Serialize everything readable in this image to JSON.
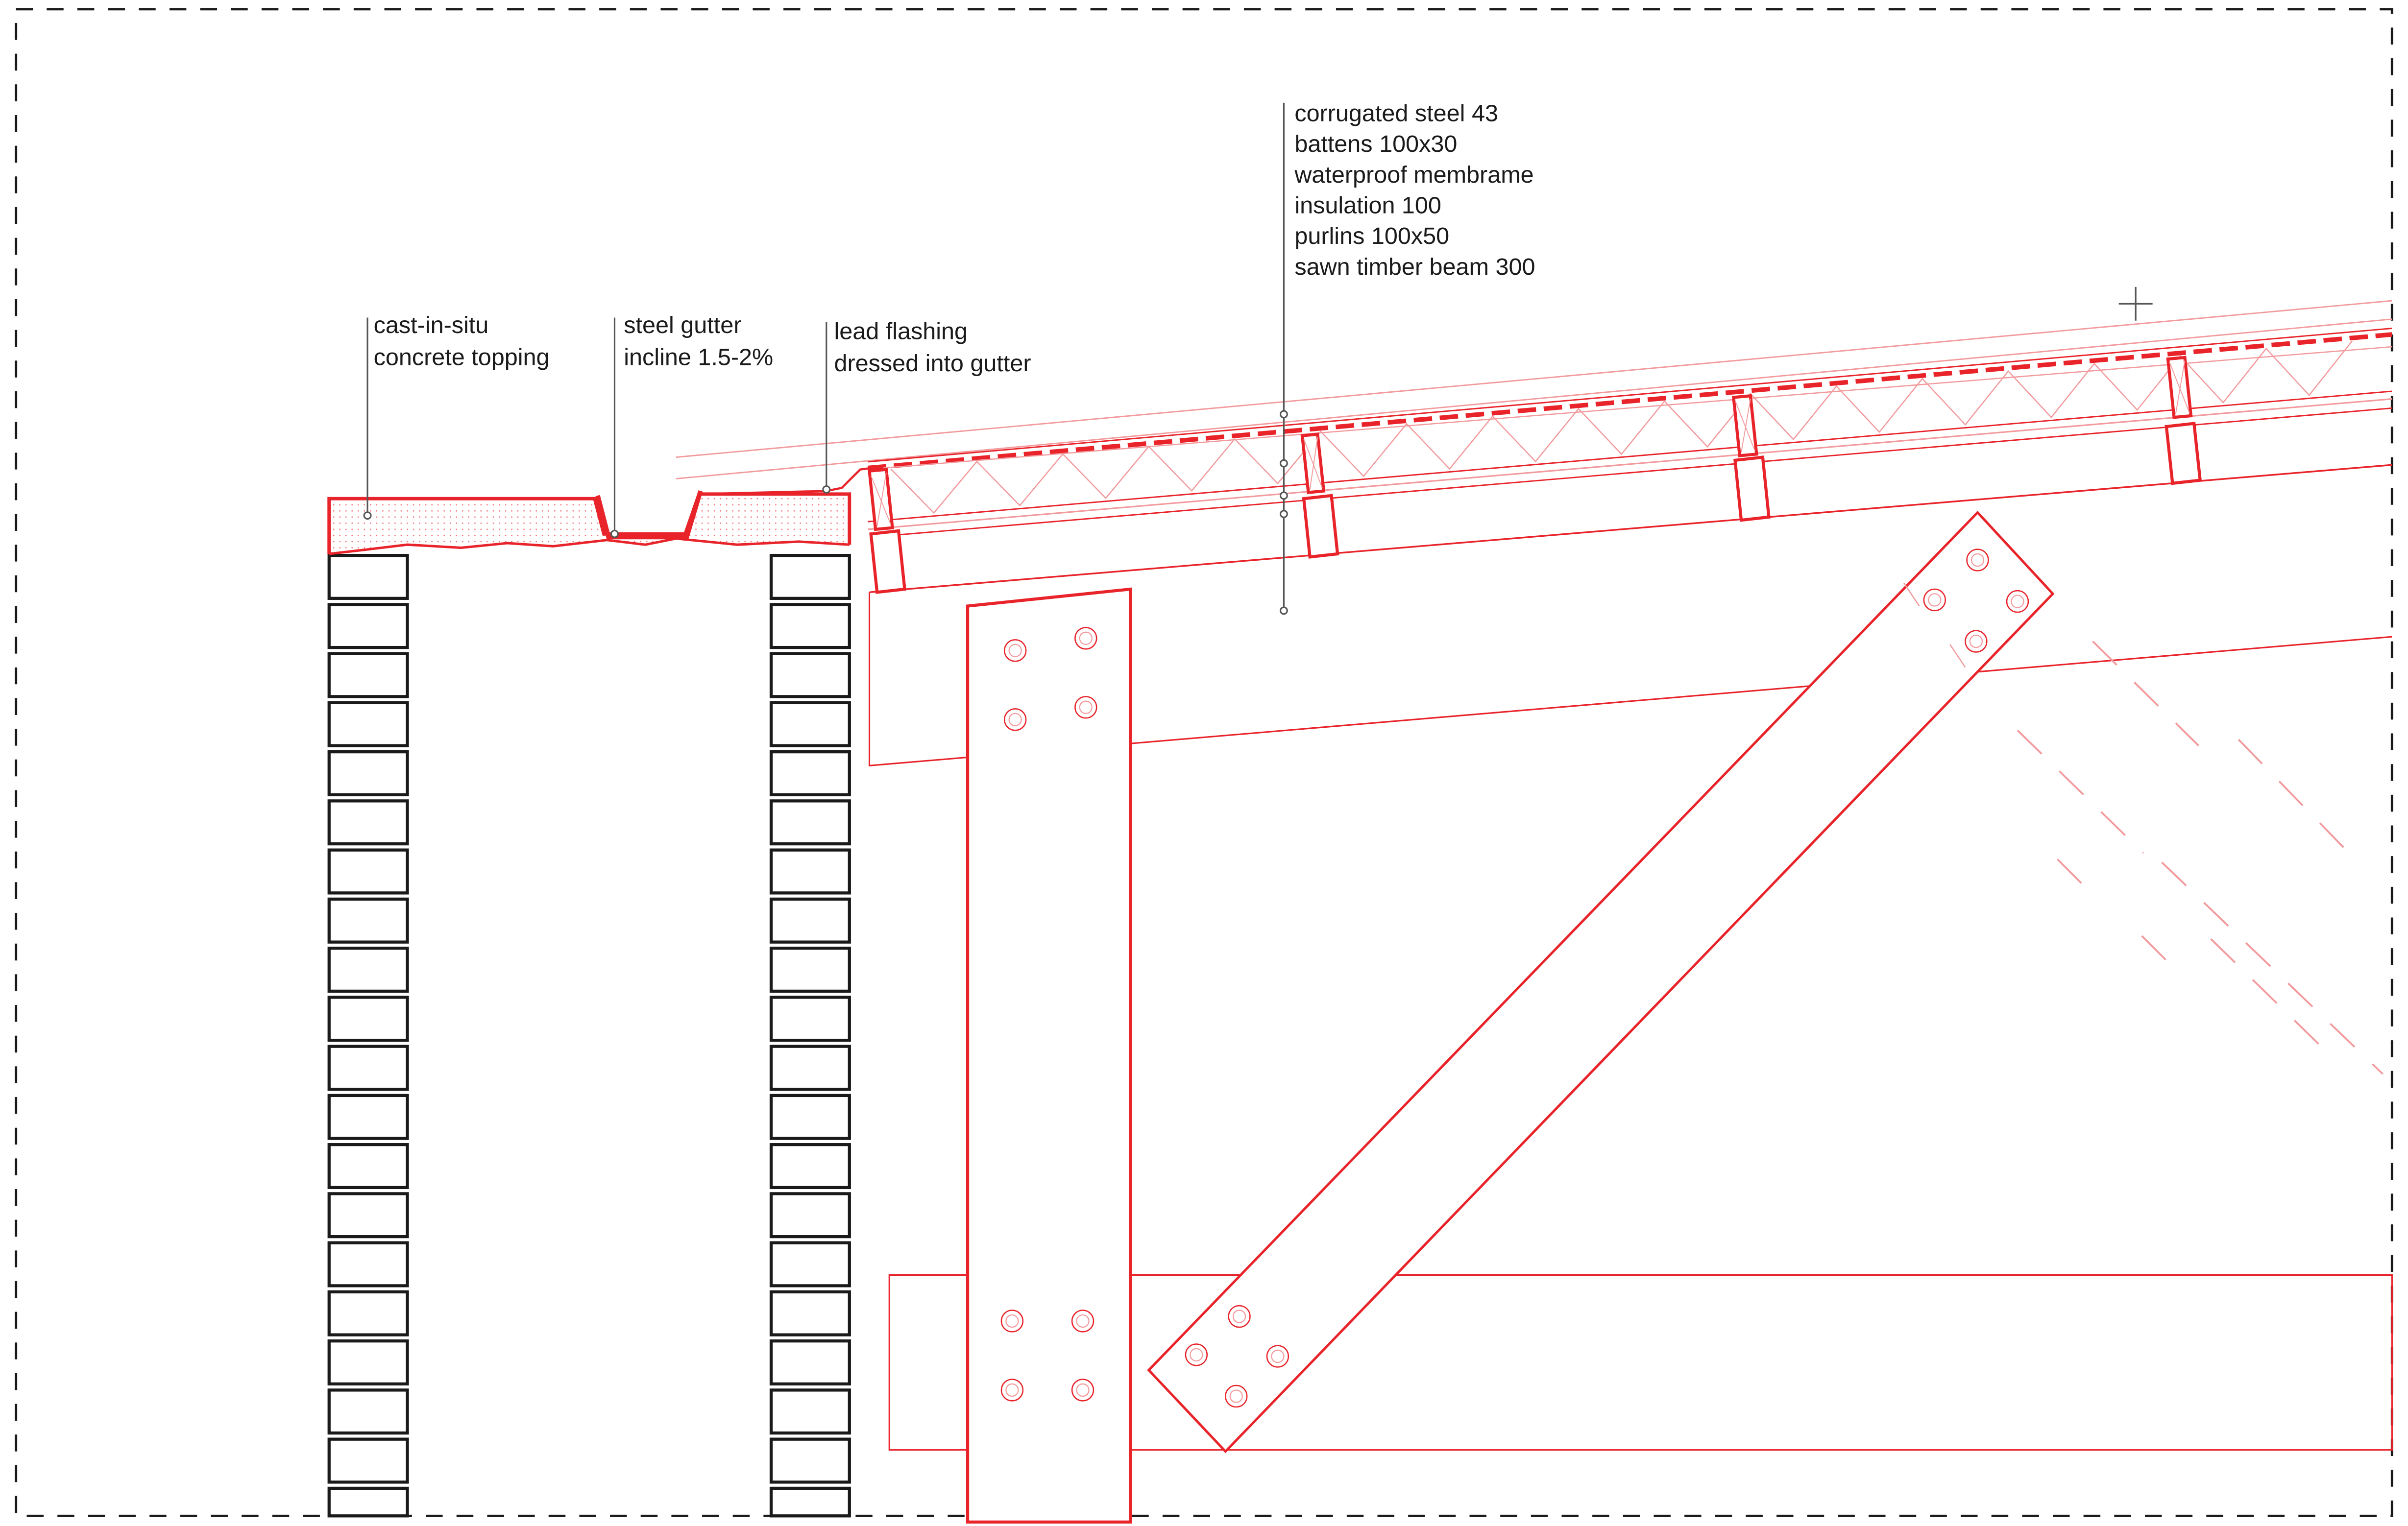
{
  "labels": {
    "concrete": [
      "cast-in-situ",
      "concrete topping"
    ],
    "gutter": [
      "steel gutter",
      "incline 1.5-2%"
    ],
    "flashing": [
      "lead flashing",
      "dressed into gutter"
    ],
    "roof_layers": [
      "corrugated steel 43",
      "battens 100x30",
      "waterproof membrame",
      "insulation 100",
      "purlins 100x50",
      "sawn timber beam 300"
    ]
  },
  "colors": {
    "accent_red": "#e8232a",
    "light_red": "#f29a9d",
    "ink": "#1a1a1a",
    "leader": "#555555",
    "frame": "#1a1a1a",
    "background": "#ffffff"
  }
}
